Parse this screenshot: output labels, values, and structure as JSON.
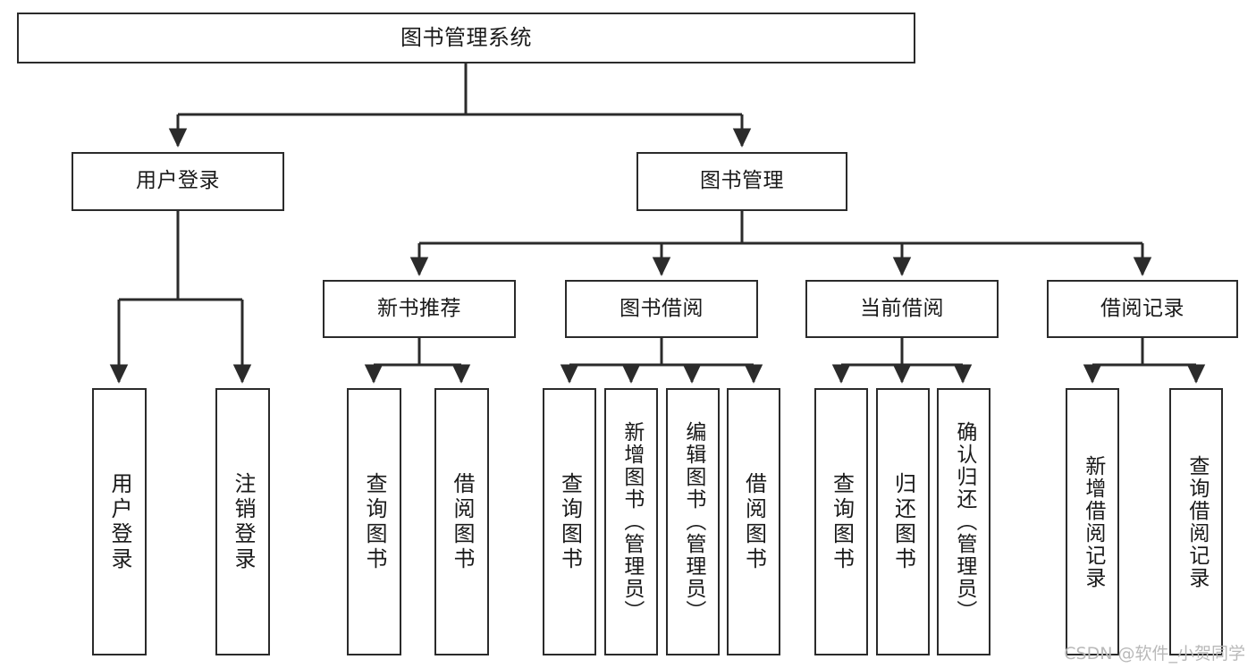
{
  "diagram": {
    "title": "图书管理系统",
    "type": "tree-hierarchy-chart",
    "watermark": "CSDN @软件_小贺同学",
    "colors": {
      "stroke": "#2b2b2b",
      "fill": "#ffffff",
      "text": "#1a1a1a",
      "watermark": "#b9b9b9"
    }
  },
  "nodes": {
    "root": {
      "label": "图书管理系统"
    },
    "level1": [
      {
        "id": "user-login",
        "label": "用户登录"
      },
      {
        "id": "book-management",
        "label": "图书管理"
      }
    ],
    "level2": [
      {
        "id": "new-book-recommend",
        "label": "新书推荐"
      },
      {
        "id": "book-borrow",
        "label": "图书借阅"
      },
      {
        "id": "current-borrow",
        "label": "当前借阅"
      },
      {
        "id": "borrow-record",
        "label": "借阅记录"
      }
    ],
    "leaves": {
      "user_login": [
        {
          "id": "leaf-user-login",
          "label": "用户登录"
        },
        {
          "id": "leaf-logout-login",
          "label": "注销登录"
        }
      ],
      "new_book_recommend": [
        {
          "id": "leaf-query-book-1",
          "label": "查询图书"
        },
        {
          "id": "leaf-borrow-book-1",
          "label": "借阅图书"
        }
      ],
      "book_borrow": [
        {
          "id": "leaf-query-book-2",
          "label": "查询图书"
        },
        {
          "id": "leaf-add-book",
          "label": "新增图书（管理员）"
        },
        {
          "id": "leaf-edit-book",
          "label": "编辑图书（管理员）"
        },
        {
          "id": "leaf-borrow-book-2",
          "label": "借阅图书"
        }
      ],
      "current_borrow": [
        {
          "id": "leaf-query-book-3",
          "label": "查询图书"
        },
        {
          "id": "leaf-return-book",
          "label": "归还图书"
        },
        {
          "id": "leaf-confirm-return",
          "label": "确认归还（管理员）"
        }
      ],
      "borrow_record": [
        {
          "id": "leaf-add-record",
          "label": "新增借阅记录"
        },
        {
          "id": "leaf-query-record",
          "label": "查询借阅记录"
        }
      ]
    }
  }
}
